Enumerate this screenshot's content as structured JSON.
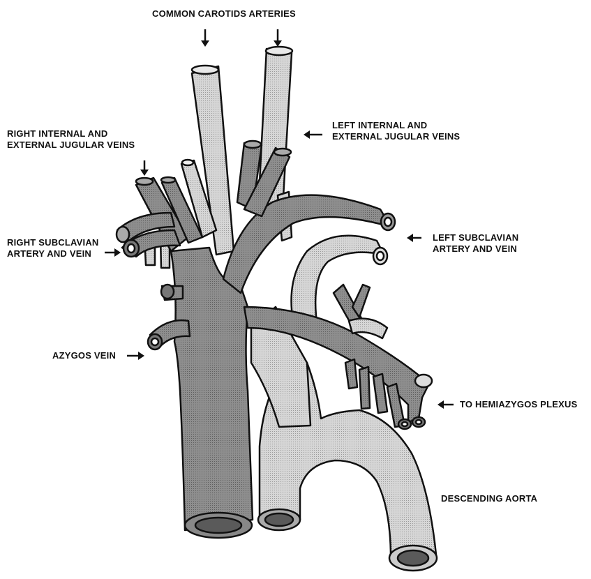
{
  "labels": {
    "common_carotids": "COMMON CAROTIDS ARTERIES",
    "left_jugular": [
      "LEFT INTERNAL AND",
      "EXTERNAL JUGULAR VEINS"
    ],
    "right_jugular": [
      "RIGHT INTERNAL AND",
      "EXTERNAL JUGULAR VEINS"
    ],
    "right_subclavian": [
      "RIGHT SUBCLAVIAN",
      "ARTERY AND VEIN"
    ],
    "left_subclavian": [
      "LEFT SUBCLAVIAN",
      "ARTERY AND VEIN"
    ],
    "azygos": "AZYGOS VEIN",
    "hemiazygos": "TO HEMIAZYGOS PLEXUS",
    "descending_aorta": "DESCENDING AORTA"
  },
  "colors": {
    "vein": "#8c8c8c",
    "artery": "#d2d2d2",
    "outline": "#111111",
    "lumen": "#5a5a5a"
  }
}
